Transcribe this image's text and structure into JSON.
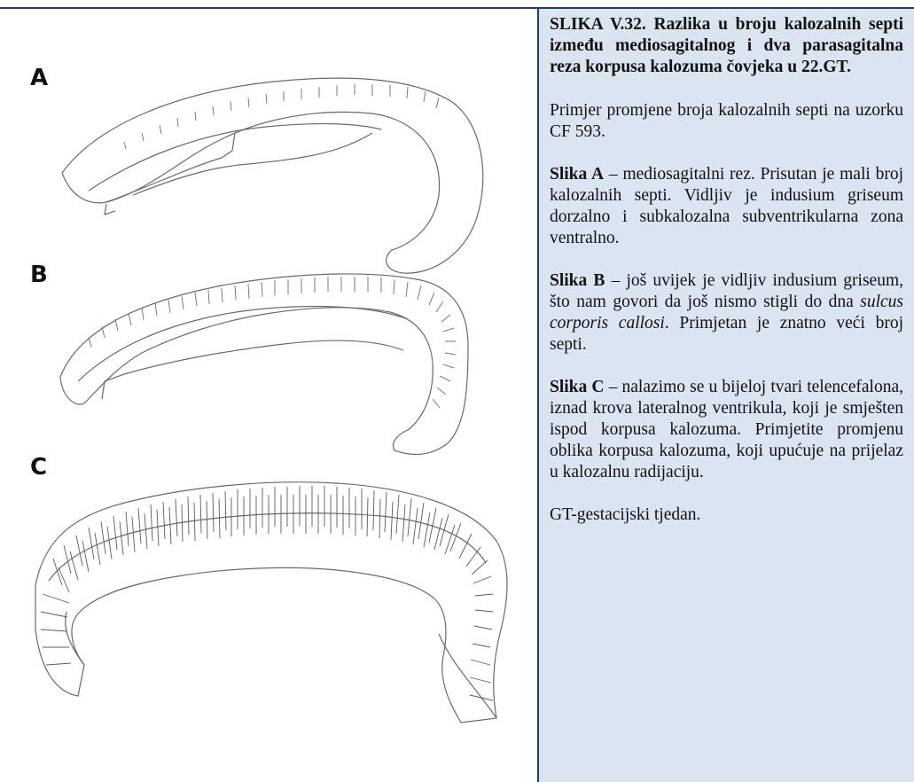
{
  "figure": {
    "panels": [
      {
        "letter": "A"
      },
      {
        "letter": "B"
      },
      {
        "letter": "C"
      }
    ]
  },
  "caption": {
    "title": "SLIKA V.32. Razlika u broju kalozalnih septi između mediosagitalnog i dva parasagitalna reza korpusa kalozuma čovjeka u 22.GT.",
    "intro": "Primjer promjene broja kalozalnih septi na uzorku CF 593.",
    "a_lead": "Slika A",
    "a_text": " – mediosagitalni rez. Prisutan je mali broj kalozalnih septi. Vidljiv je indusium griseum dorzalno i subkalozalna subventrikularna zona ventralno.",
    "b_lead": "Slika B",
    "b_text_1": " – još uvijek je vidljiv indusium griseum, što nam govori da još nismo stigli do dna ",
    "b_italic": "sulcus corporis callosi",
    "b_text_2": ". Primjetan je znatno veći broj septi.",
    "c_lead": "Slika C",
    "c_text": " – nalazimo se u bijeloj tvari telencefalona, iznad krova lateralnog ventrikula, koji je smješten ispod korpusa kalozuma. Primjetite promjenu oblika korpusa kalozuma, koji upućuje na prijelaz u kalozalnu radijaciju.",
    "footnote": "GT-gestacijski tjedan."
  }
}
